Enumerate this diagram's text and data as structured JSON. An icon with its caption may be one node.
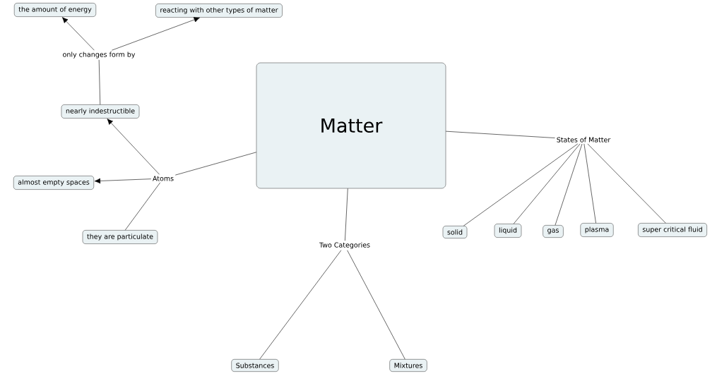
{
  "diagram": {
    "nodes": [
      {
        "text": [
          "the amount of energy"
        ]
      },
      {
        "text": [
          "reacting with other types of matter"
        ]
      },
      {
        "text": [
          "only changes form by"
        ]
      },
      {
        "text": [
          "Matter"
        ]
      },
      {
        "text": [
          "nearly indestructible"
        ]
      },
      {
        "text": [
          "States of Matter"
        ]
      },
      {
        "text": [
          "Atoms"
        ]
      },
      {
        "text": [
          "almost empty spaces"
        ]
      },
      {
        "text": [
          "they are particulate"
        ]
      },
      {
        "text": [
          "solid"
        ]
      },
      {
        "text": [
          "liquid"
        ]
      },
      {
        "text": [
          "gas"
        ]
      },
      {
        "text": [
          "plasma"
        ]
      },
      {
        "text": [
          "super critical fluid"
        ]
      },
      {
        "text": [
          "Two Categories"
        ]
      },
      {
        "text": [
          "Substances"
        ]
      },
      {
        "text": [
          "Mixtures"
        ]
      }
    ],
    "edges": [
      {
        "from": 2,
        "to": 0,
        "arrow": "to"
      },
      {
        "from": 2,
        "to": 1,
        "arrow": "to"
      },
      {
        "from": 4,
        "to": 2,
        "arrow": "none"
      },
      {
        "from": 6,
        "to": 4,
        "arrow": "to"
      },
      {
        "from": 6,
        "to": 7,
        "arrow": "to"
      },
      {
        "from": 6,
        "to": 8,
        "arrow": "none"
      },
      {
        "from": 3,
        "to": 6,
        "arrow": "none"
      },
      {
        "from": 3,
        "to": 5,
        "arrow": "none"
      },
      {
        "from": 5,
        "to": 9,
        "arrow": "none"
      },
      {
        "from": 5,
        "to": 10,
        "arrow": "none"
      },
      {
        "from": 5,
        "to": 11,
        "arrow": "none"
      },
      {
        "from": 5,
        "to": 12,
        "arrow": "none"
      },
      {
        "from": 5,
        "to": 13,
        "arrow": "none"
      },
      {
        "from": 3,
        "to": 14,
        "arrow": "none"
      },
      {
        "from": 14,
        "to": 15,
        "arrow": "none"
      },
      {
        "from": 14,
        "to": 16,
        "arrow": "none"
      }
    ]
  }
}
